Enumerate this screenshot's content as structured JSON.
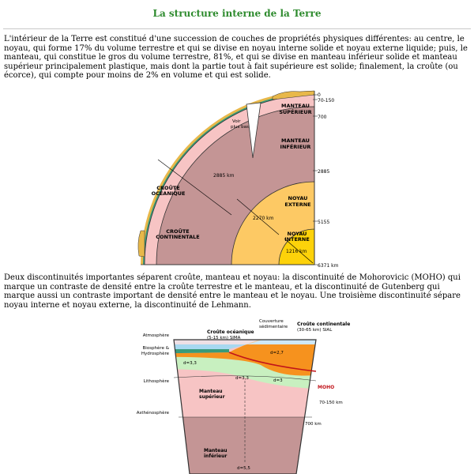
{
  "page": {
    "title": "La structure interne de la Terre",
    "paragraph1": "L'intérieur de la Terre est constitué d'une succession de couches de propriétés physiques différentes: au centre, le noyau, qui forme 17% du volume terrestre et qui se divise en noyau interne solide et noyau externe liquide; puis, le manteau, qui constitue le gros du volume terrestre, 81%, et qui se divise en manteau inférieur solide et manteau supérieur principalement plastique, mais dont la partie tout à fait supérieure est solide; finalement, la croûte (ou écorce), qui compte pour moins de 2% en volume et qui est solide.",
    "paragraph2": "Deux discontinuités importantes séparent croûte, manteau et noyau: la discontinuité de Mohorovicic (MOHO) qui marque un contraste de densité entre la croûte terrestre et le manteau, et la discontinuité de Gutenberg qui marque aussi un contraste important de densité entre le manteau et le noyau. Une troisième discontinuité sépare noyau interne et noyau externe, la discontinuité de Lehmann."
  },
  "figure1": {
    "labels": {
      "manteau_superieur": [
        "MANTEAU",
        "SUPÉRIEUR"
      ],
      "manteau_inferieur": [
        "MANTEAU",
        "INFÉRIEUR"
      ],
      "noyau_externe": [
        "NOYAU",
        "EXTERNE"
      ],
      "noyau_interne": [
        "NOYAU",
        "INTERNE"
      ],
      "croute_oceanique": [
        "CROÛTE",
        "OCÉANIQUE"
      ],
      "croute_continentale": [
        "CROÛTE",
        "CONTINENTALE"
      ],
      "voir": [
        "Voir",
        "plus bas"
      ]
    },
    "depths": [
      "0",
      "70-150",
      "700",
      "2885",
      "5155",
      "6371 km"
    ],
    "thickness": {
      "mantle": "2885 km",
      "outer_core": "2270 km",
      "inner_core": "1216 km"
    },
    "colors": {
      "crust": "#e8b84a",
      "upper": "#f7c4c4",
      "lower": "#c49595",
      "outer": "#fdc964",
      "inner": "#fdd20a"
    }
  },
  "figure2": {
    "labels": {
      "atmosphere": "Atmosphère",
      "biosphere": [
        "Biosphère &",
        "Hydrosphère"
      ],
      "lithosphere": "Lithosphère",
      "asthenosphere": "Asthénosphère",
      "croute_oceanique": [
        "Croûte océanique",
        "(5-15 km) SIMA"
      ],
      "couverture": [
        "Couverture",
        "sédimentaire"
      ],
      "croute_continentale": [
        "Croûte continentale",
        "(30-65 km) SIAL"
      ],
      "moho": "MOHO",
      "manteau_superieur": [
        "Manteau",
        "supérieur"
      ],
      "manteau_inferieur": [
        "Manteau",
        "inférieur"
      ],
      "d_ocean": "d=3,3",
      "d_cont_top": "d=2,7",
      "d_cont": "d=3",
      "d_mantle": "d=3,3",
      "d_deep": "d=5,5",
      "depth_70": "70-150 km",
      "depth_700": "700 km"
    }
  }
}
